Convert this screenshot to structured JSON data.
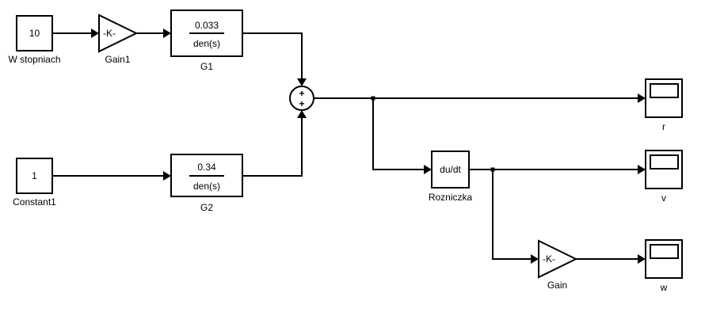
{
  "diagram": {
    "type": "simulink-block-diagram",
    "colors": {
      "line": "#000000",
      "background": "#ffffff"
    },
    "blocks": {
      "const10": {
        "kind": "constant",
        "value": "10",
        "label": "W stopniach"
      },
      "gain1": {
        "kind": "gain",
        "value": "-K-",
        "label": "Gain1"
      },
      "g1": {
        "kind": "transfer-fcn",
        "numerator": "0.033",
        "denominator": "den(s)",
        "label": "G1"
      },
      "const1": {
        "kind": "constant",
        "value": "1",
        "label": "Constant1"
      },
      "g2": {
        "kind": "transfer-fcn",
        "numerator": "0.34",
        "denominator": "den(s)",
        "label": "G2"
      },
      "sum": {
        "kind": "sum",
        "signs": [
          "+",
          "+"
        ],
        "label": ""
      },
      "deriv": {
        "kind": "derivative",
        "value": "du/dt",
        "label": "Rozniczka"
      },
      "gain": {
        "kind": "gain",
        "value": "-K-",
        "label": "Gain"
      },
      "scope_r": {
        "kind": "scope",
        "label": "r"
      },
      "scope_v": {
        "kind": "scope",
        "label": "v"
      },
      "scope_w": {
        "kind": "scope",
        "label": "w"
      }
    },
    "connections": [
      {
        "from": "W stopniach",
        "to": "Gain1"
      },
      {
        "from": "Gain1",
        "to": "G1"
      },
      {
        "from": "G1",
        "to": "Sum (input 1)"
      },
      {
        "from": "Constant1",
        "to": "G2"
      },
      {
        "from": "G2",
        "to": "Sum (input 2)"
      },
      {
        "from": "Sum",
        "to": "r"
      },
      {
        "from": "Sum",
        "to": "Rozniczka"
      },
      {
        "from": "Rozniczka",
        "to": "v"
      },
      {
        "from": "Rozniczka",
        "to": "Gain"
      },
      {
        "from": "Gain",
        "to": "w"
      }
    ]
  }
}
